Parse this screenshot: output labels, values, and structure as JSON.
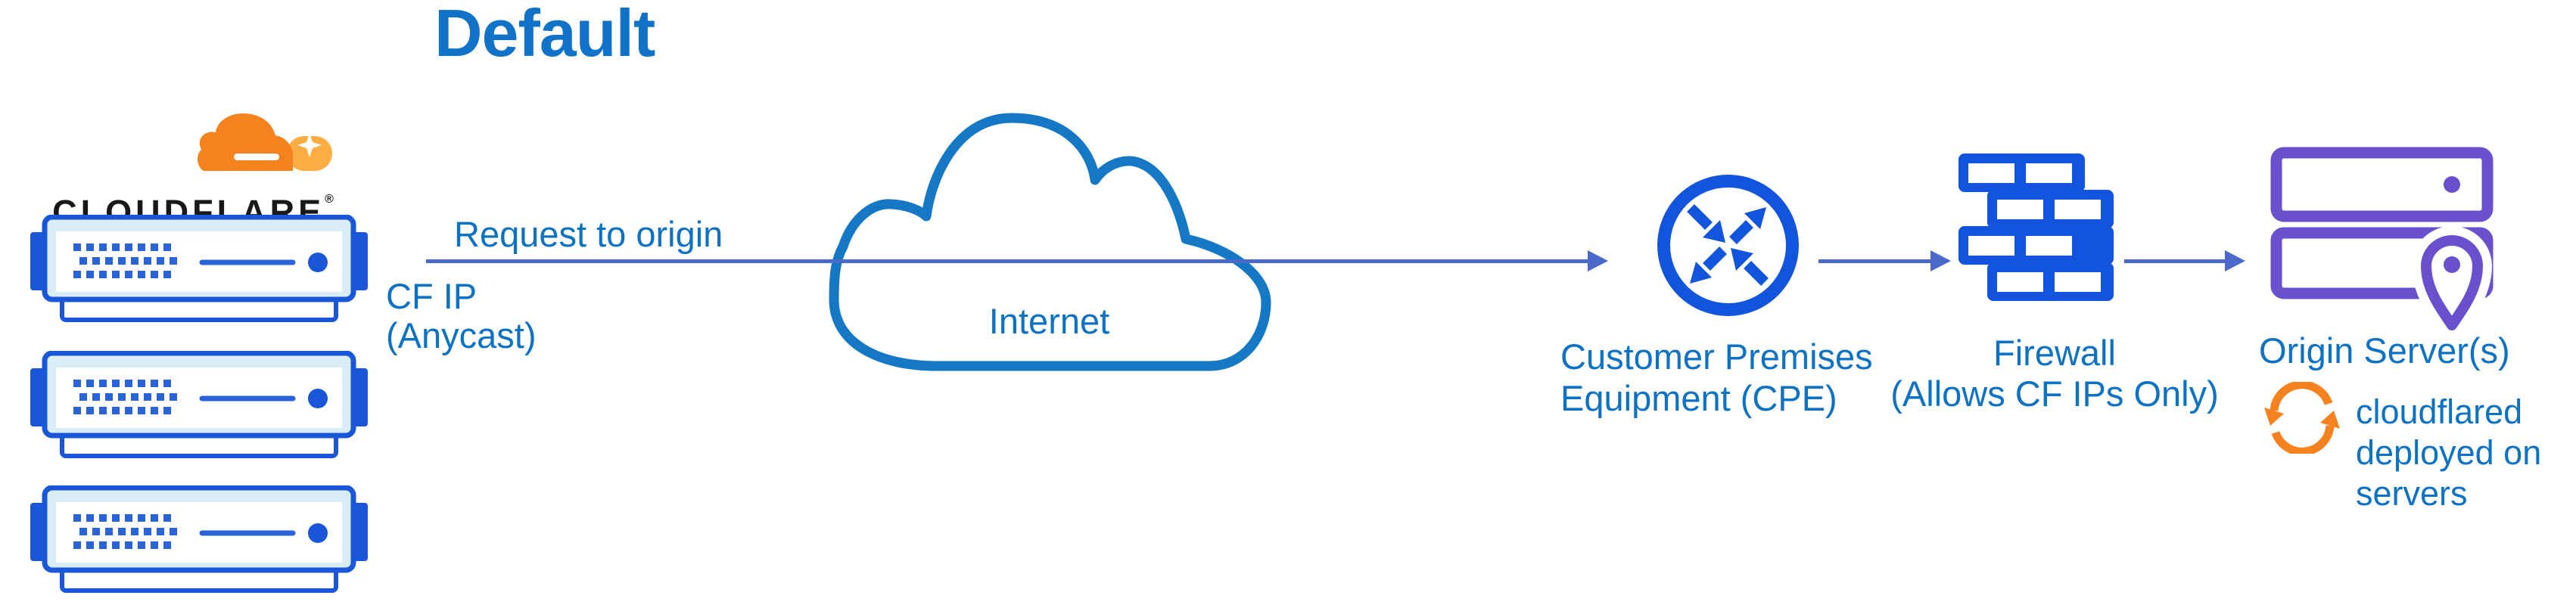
{
  "palette": {
    "title_blue": "#1173c8",
    "label_blue": "#0d72c4",
    "connector_blue": "#4a69c8",
    "icon_blue": "#1254dc",
    "server_dot_blue": "#2a62d8",
    "server_frame_blue": "#1a57d8",
    "server_fill_cyan": "#d8edf5",
    "cloud_outline_blue": "#1478c4",
    "origin_purple": "#6950cd",
    "cloudflare_orange": "#f6821f",
    "cloudflare_orange_light": "#fbad41",
    "wordmark_black": "#17181a"
  },
  "title": "Default",
  "cloudflare": {
    "wordmark": "CLOUDFLARE",
    "registered": "®"
  },
  "flow": {
    "request_label": "Request to origin",
    "cf_ip_line1": "CF IP",
    "cf_ip_line2": "(Anycast)"
  },
  "internet": {
    "label": "Internet"
  },
  "cpe": {
    "label_line1": "Customer Premises",
    "label_line2": "Equipment (CPE)"
  },
  "firewall": {
    "label_line1": "Firewall",
    "label_line2": "(Allows CF IPs Only)"
  },
  "origin": {
    "label": "Origin Server(s)",
    "note_line1": "cloudflared",
    "note_line2": "deployed on",
    "note_line3": "servers"
  }
}
